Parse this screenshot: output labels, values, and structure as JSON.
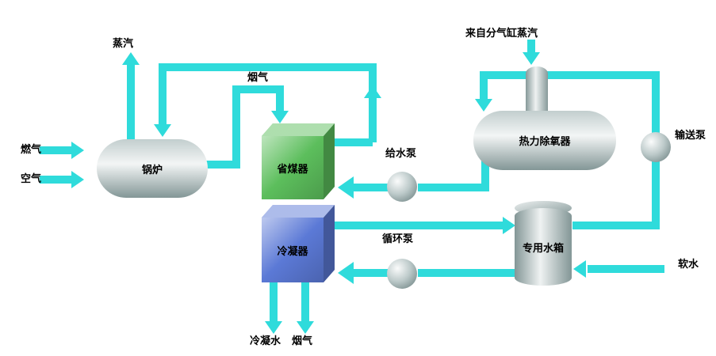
{
  "diagram": {
    "type": "boiler-heat-recovery-process-flow",
    "labels": {
      "fuel_gas": "燃气",
      "air": "空气",
      "steam_out": "蒸汽",
      "flue_gas_top": "烟气",
      "boiler": "锅炉",
      "economizer": "省煤器",
      "feed_pump": "给水泵",
      "deaerator": "热力除氧器",
      "steam_from_cylinder": "来自分气缸蒸汽",
      "transfer_pump": "输送泵",
      "condenser": "冷凝器",
      "circulation_pump": "循环泵",
      "water_tank": "专用水箱",
      "soft_water": "软水",
      "condensate_water": "冷凝水",
      "flue_gas_bottom": "烟气"
    },
    "colors": {
      "pipe": "#2fdbdb",
      "economizer": "#5cbe5c",
      "condenser": "#5b79d6",
      "vessel": "#aebebe",
      "text": "#000000",
      "background": "#ffffff"
    }
  }
}
